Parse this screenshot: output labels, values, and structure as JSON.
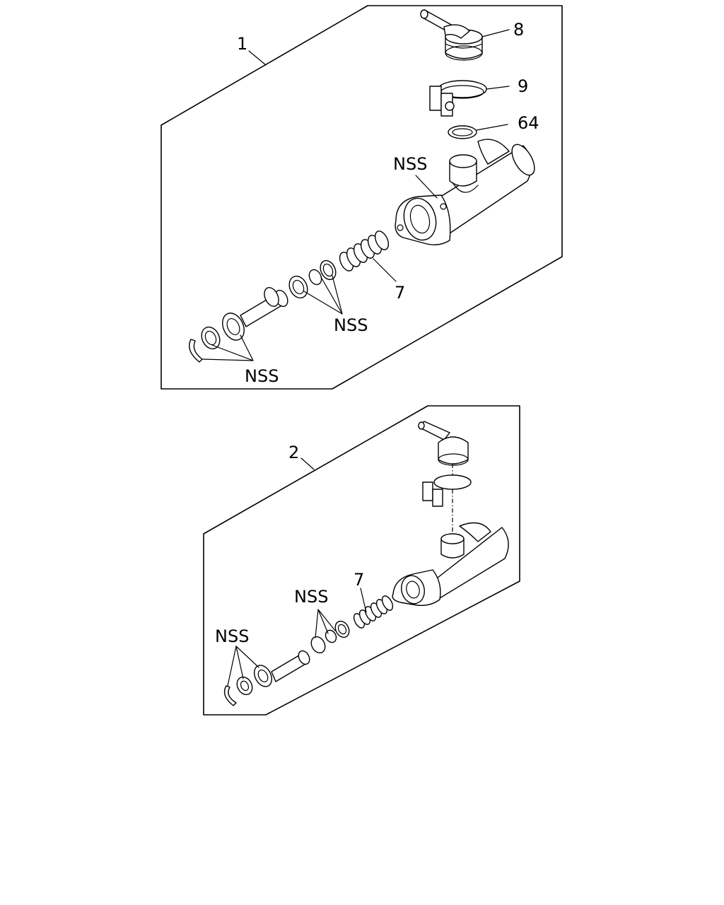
{
  "callouts": {
    "assembly_1": "1",
    "assembly_2": "2",
    "reservoir_8": "8",
    "clamp_9": "9",
    "seal_64": "64",
    "spring_7_top": "7",
    "spring_7_bottom": "7",
    "nss_body": "NSS",
    "nss_seals_top": "NSS",
    "nss_piston_top": "NSS",
    "nss_seals_bottom": "NSS",
    "nss_piston_bottom": "NSS"
  }
}
